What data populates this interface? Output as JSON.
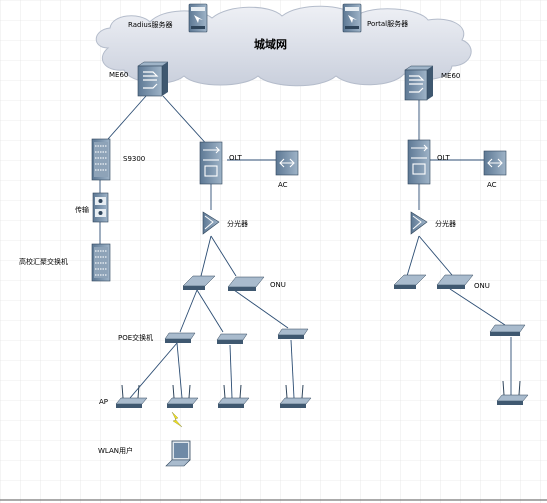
{
  "diagram": {
    "cloud_label": "城域网",
    "servers": {
      "radius": "Radius服务器",
      "portal": "Portal服务器"
    },
    "left": {
      "me60": "ME60",
      "s9300": "S9300",
      "relay": "传输",
      "campus_switch": "高校汇聚交换机",
      "olt": "OLT",
      "ac": "AC",
      "splitter": "分光器",
      "onu": "ONU",
      "poe_switch": "POE交换机",
      "ap": "AP",
      "wlan_user": "WLAN用户"
    },
    "right": {
      "me60": "ME60",
      "olt": "OLT",
      "ac": "AC",
      "splitter": "分光器",
      "onu": "ONU"
    }
  },
  "colors": {
    "grid": "#dcdcdc",
    "cloud_fill": "#d8dde8",
    "device_dark": "#3f5870",
    "device_mid": "#6f8aa6",
    "device_light": "#d6e0ea",
    "link": "#2c4d73",
    "wireless": "#f0e020"
  }
}
